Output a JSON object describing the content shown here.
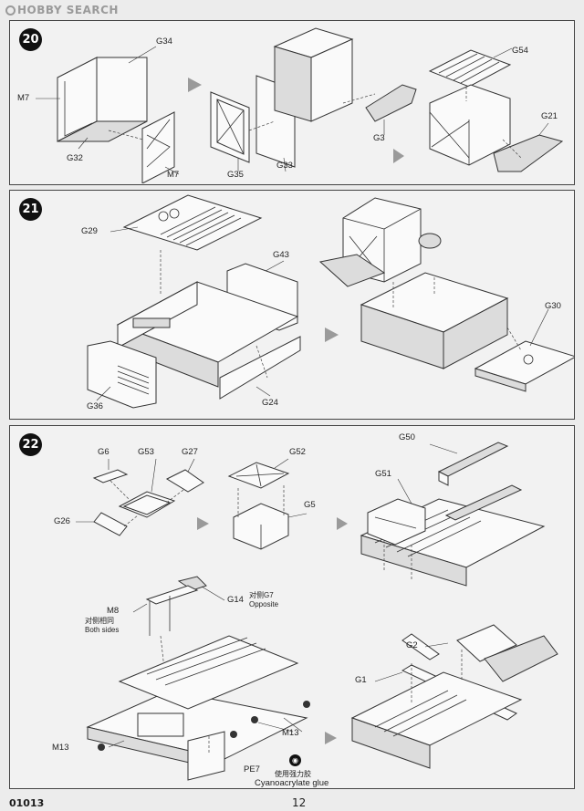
{
  "watermark": "HOBBY SEARCH",
  "footer": {
    "code": "01013",
    "page": "12"
  },
  "steps": [
    {
      "number": "20",
      "labels": [
        "G34",
        "M7",
        "G32",
        "M7",
        "G35",
        "G33",
        "G3",
        "G54",
        "G21"
      ]
    },
    {
      "number": "21",
      "labels": [
        "G29",
        "G43",
        "G36",
        "G24",
        "G30"
      ]
    },
    {
      "number": "22",
      "labels": [
        "G6",
        "G53",
        "G27",
        "G26",
        "G52",
        "G5",
        "G50",
        "G51",
        "G14",
        "M8",
        "M13",
        "M13",
        "PE7",
        "G2",
        "G1"
      ],
      "notes": {
        "opposite_cn": "对侧G7",
        "opposite_en": "Opposite",
        "both_sides_cn": "对侧相同",
        "both_sides_en": "Both sides",
        "glue_cn": "使用强力胶",
        "glue_en": "Cyanoacrylate glue"
      }
    }
  ],
  "icons": [
    "hobby-search-logo-icon",
    "process-arrow-icon",
    "cyanoacrylate-glue-icon"
  ]
}
